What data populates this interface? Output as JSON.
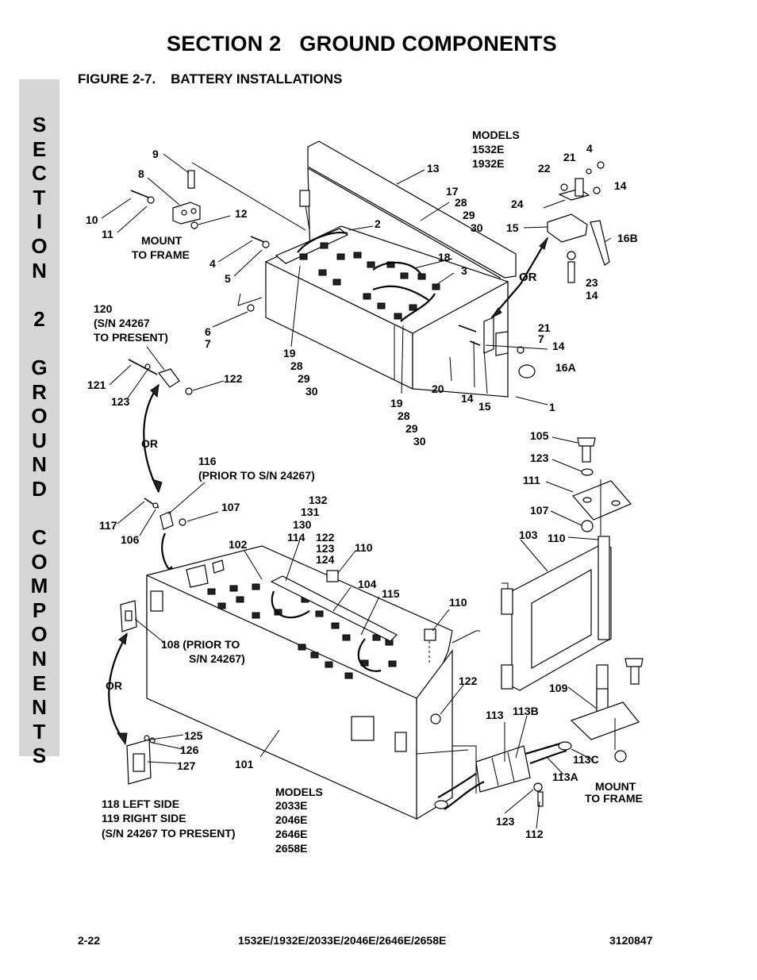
{
  "header": {
    "section_title": "SECTION 2   GROUND COMPONENTS",
    "figure_title": "FIGURE 2-7.    BATTERY INSTALLATIONS"
  },
  "side_tab": {
    "text": "S\nE\nC\nT\nI\nO\nN\n\n2\n\nG\nR\nO\nU\nN\nD\n\nC\nO\nM\nP\nO\nN\nE\nN\nT\nS"
  },
  "diagram": {
    "labels": {
      "l9": "9",
      "l8": "8",
      "l10": "10",
      "l11": "11",
      "l12": "12",
      "mount_frame_1": "MOUNT",
      "mount_frame_2": "TO FRAME",
      "l4a": "4",
      "l5": "5",
      "l13": "13",
      "l2": "2",
      "models_a_1": "MODELS",
      "models_a_2": "1532E",
      "models_a_3": "1932E",
      "l21a": "21",
      "l4b": "4",
      "l22": "22",
      "l14a": "14",
      "l24": "24",
      "l15a": "15",
      "l16b": "16B",
      "l17": "17",
      "l28a": "28",
      "l29a": "29",
      "l30a": "30",
      "l18": "18",
      "l3": "3",
      "or_a": "OR",
      "l23": "23",
      "l14b": "14",
      "l120": "120",
      "l120_sn": "(S/N 24267",
      "l120_present": "TO PRESENT)",
      "l6": "6",
      "l7a": "7",
      "l21b": "21",
      "l7b": "7",
      "l14c": "14",
      "l16a": "16A",
      "l19a": "19",
      "l28b": "28",
      "l29b": "29",
      "l30b": "30",
      "l121": "121",
      "l123a": "123",
      "l122a": "122",
      "l20": "20",
      "l14d": "14",
      "l15b": "15",
      "l1": "1",
      "l19b": "19",
      "l28c": "28",
      "l29c": "29",
      "l30c": "30",
      "or_b": "OR",
      "l116": "116",
      "l116_prior": "(PRIOR TO S/N 24267)",
      "l105": "105",
      "l123b": "123",
      "l111": "111",
      "l107a": "107",
      "l117": "117",
      "l106": "106",
      "l107b": "107",
      "l132": "132",
      "l131": "131",
      "l130": "130",
      "l114": "114",
      "l122b": "122",
      "l123c": "123",
      "l124": "124",
      "l102": "102",
      "l110a": "110",
      "l103": "103",
      "l110b": "110",
      "l104": "104",
      "l115": "115",
      "l110c": "110",
      "l108_1": "108 (PRIOR TO",
      "l108_2": "S/N 24267)",
      "or_c": "OR",
      "l122c": "122",
      "l109": "109",
      "l113": "113",
      "l113b": "113B",
      "l113c": "113C",
      "l113a": "113A",
      "l125": "125",
      "l126": "126",
      "l127": "127",
      "l101": "101",
      "mount_frame_b_1": "MOUNT",
      "mount_frame_b_2": "TO FRAME",
      "l118": "118 LEFT SIDE",
      "l119": "119 RIGHT SIDE",
      "l118_sn": "(S/N 24267 TO PRESENT)",
      "models_b_1": "MODELS",
      "models_b_2": "2033E",
      "models_b_3": "2046E",
      "models_b_4": "2646E",
      "models_b_5": "2658E",
      "l123d": "123",
      "l112": "112"
    }
  },
  "footer": {
    "page": "2-22",
    "models": "1532E/1932E/2033E/2046E/2646E/2658E",
    "doc_number": "3120847"
  }
}
